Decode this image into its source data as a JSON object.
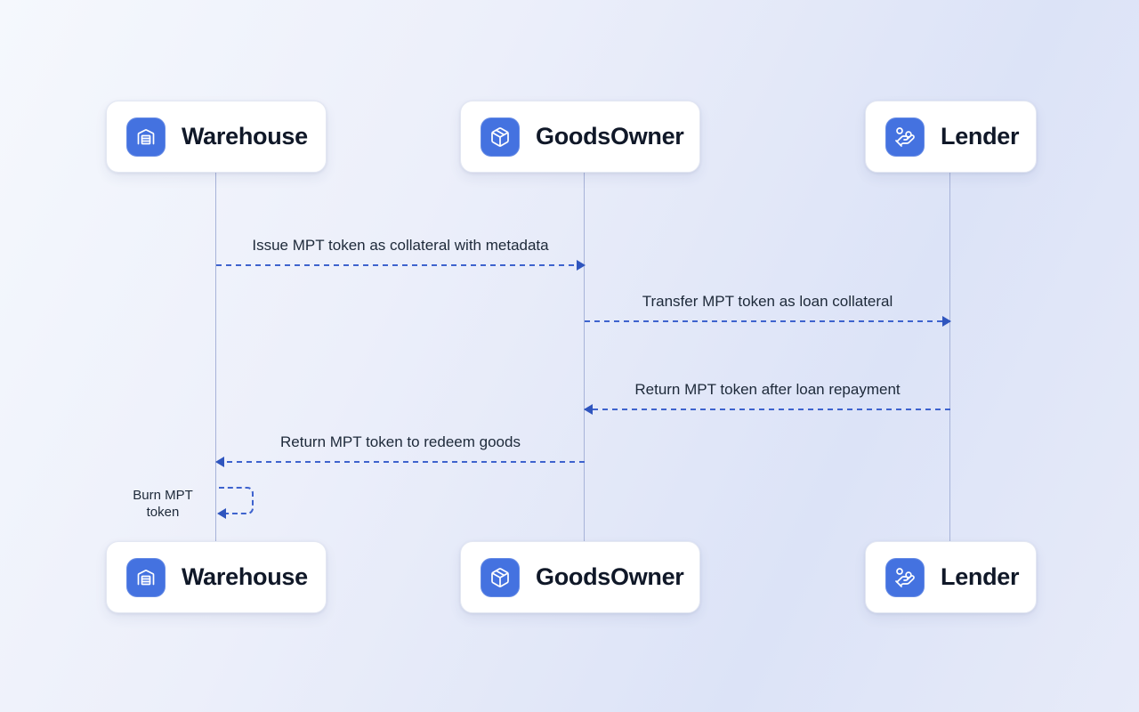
{
  "diagram": {
    "type": "sequence-diagram",
    "actors": [
      {
        "id": "warehouse",
        "label": "Warehouse",
        "icon": "warehouse-icon"
      },
      {
        "id": "goodsowner",
        "label": "GoodsOwner",
        "icon": "package-icon"
      },
      {
        "id": "lender",
        "label": "Lender",
        "icon": "hand-coins-icon"
      }
    ],
    "messages": [
      {
        "text": "Issue MPT token as collateral with metadata",
        "from": "Warehouse",
        "to": "GoodsOwner",
        "direction": "right",
        "style": "dashed"
      },
      {
        "text": "Transfer MPT token as loan collateral",
        "from": "GoodsOwner",
        "to": "Lender",
        "direction": "right",
        "style": "dashed"
      },
      {
        "text": "Return MPT token after loan repayment",
        "from": "Lender",
        "to": "GoodsOwner",
        "direction": "left",
        "style": "dashed"
      },
      {
        "text": "Return MPT token to redeem goods",
        "from": "GoodsOwner",
        "to": "Warehouse",
        "direction": "left",
        "style": "dashed"
      },
      {
        "text": "Burn MPT token",
        "from": "Warehouse",
        "to": "Warehouse",
        "direction": "self",
        "style": "dashed"
      }
    ],
    "colors": {
      "icon_bg": "#4472e0",
      "arrow": "#3e63ce",
      "arrow_head": "#2f55be",
      "lifeline": "#a7b3d9",
      "title_text": "#101828",
      "label_text": "#1d2939",
      "box_bg": "#ffffff",
      "box_border": "#e3e7f2"
    }
  }
}
